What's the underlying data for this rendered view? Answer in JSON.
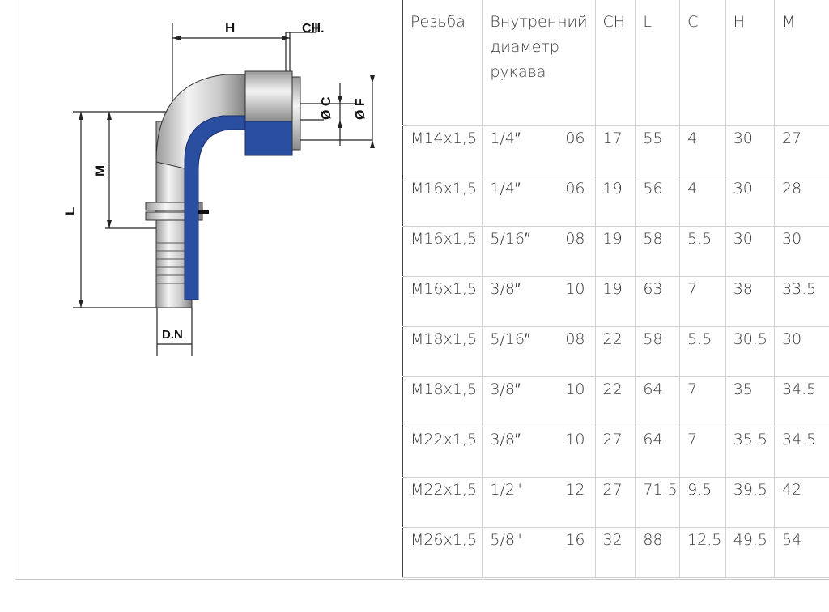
{
  "drawing": {
    "labels": {
      "h": "H",
      "ch": "CH.",
      "c": "Ø C",
      "f": "Ø F",
      "m": "M",
      "l": "L",
      "dn": "D.N"
    }
  },
  "table": {
    "headers": [
      "Резьба",
      "Внутренний диаметр рукава",
      "CH",
      "L",
      "C",
      "H",
      "M"
    ],
    "rows": [
      {
        "thread": "M14x1,5",
        "inner": "1/4″",
        "dn": "06",
        "ch": "17",
        "l": "55",
        "c": "4",
        "h": "30",
        "m": "27"
      },
      {
        "thread": "M16x1,5",
        "inner": "1/4″",
        "dn": "06",
        "ch": "19",
        "l": "56",
        "c": "4",
        "h": "30",
        "m": "28"
      },
      {
        "thread": "M16x1,5",
        "inner": "5/16″",
        "dn": "08",
        "ch": "19",
        "l": "58",
        "c": "5.5",
        "h": "30",
        "m": "30"
      },
      {
        "thread": "M16x1,5",
        "inner": "3/8″",
        "dn": "10",
        "ch": "19",
        "l": "63",
        "c": "7",
        "h": "38",
        "m": "33.5"
      },
      {
        "thread": "M18x1,5",
        "inner": "5/16″",
        "dn": "08",
        "ch": "22",
        "l": "58",
        "c": "5.5",
        "h": "30.5",
        "m": "30"
      },
      {
        "thread": "M18x1,5",
        "inner": "3/8″",
        "dn": "10",
        "ch": "22",
        "l": "64",
        "c": "7",
        "h": "35",
        "m": "34.5"
      },
      {
        "thread": "M22x1,5",
        "inner": "3/8″",
        "dn": "10",
        "ch": "27",
        "l": "64",
        "c": "7",
        "h": "35.5",
        "m": "34.5"
      },
      {
        "thread": "M22x1,5",
        "inner": "1/2\"",
        "dn": "12",
        "ch": "27",
        "l": "71.5",
        "c": "9.5",
        "h": "39.5",
        "m": "42"
      },
      {
        "thread": "M26x1,5",
        "inner": "5/8\"",
        "dn": "16",
        "ch": "32",
        "l": "88",
        "c": "12.5",
        "h": "49.5",
        "m": "54"
      }
    ]
  }
}
